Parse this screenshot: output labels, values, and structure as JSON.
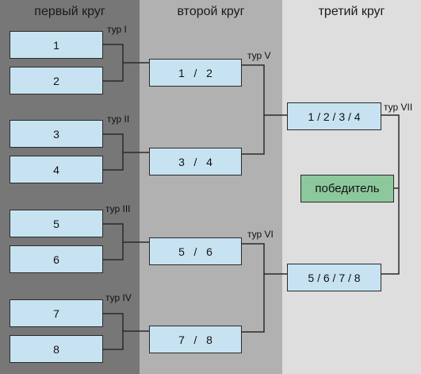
{
  "columns": [
    "первый круг",
    "второй круг",
    "третий круг"
  ],
  "round1": [
    "1",
    "2",
    "3",
    "4",
    "5",
    "6",
    "7",
    "8"
  ],
  "round2": [
    "1   /   2",
    "3   /   4",
    "5   /   6",
    "7   /   8"
  ],
  "round3": [
    "1 / 2 / 3 / 4",
    "5 / 6 / 7 / 8"
  ],
  "winner": "победитель",
  "tours": [
    "тур I",
    "тур II",
    "тур III",
    "тур IV",
    "тур V",
    "тур VI",
    "тур VII"
  ],
  "colors": {
    "col1": "#777777",
    "col2": "#b1b1b1",
    "col3": "#dedede",
    "box": "#c7e3f2",
    "winner": "#8dc89c",
    "line": "#2a2a2a"
  }
}
